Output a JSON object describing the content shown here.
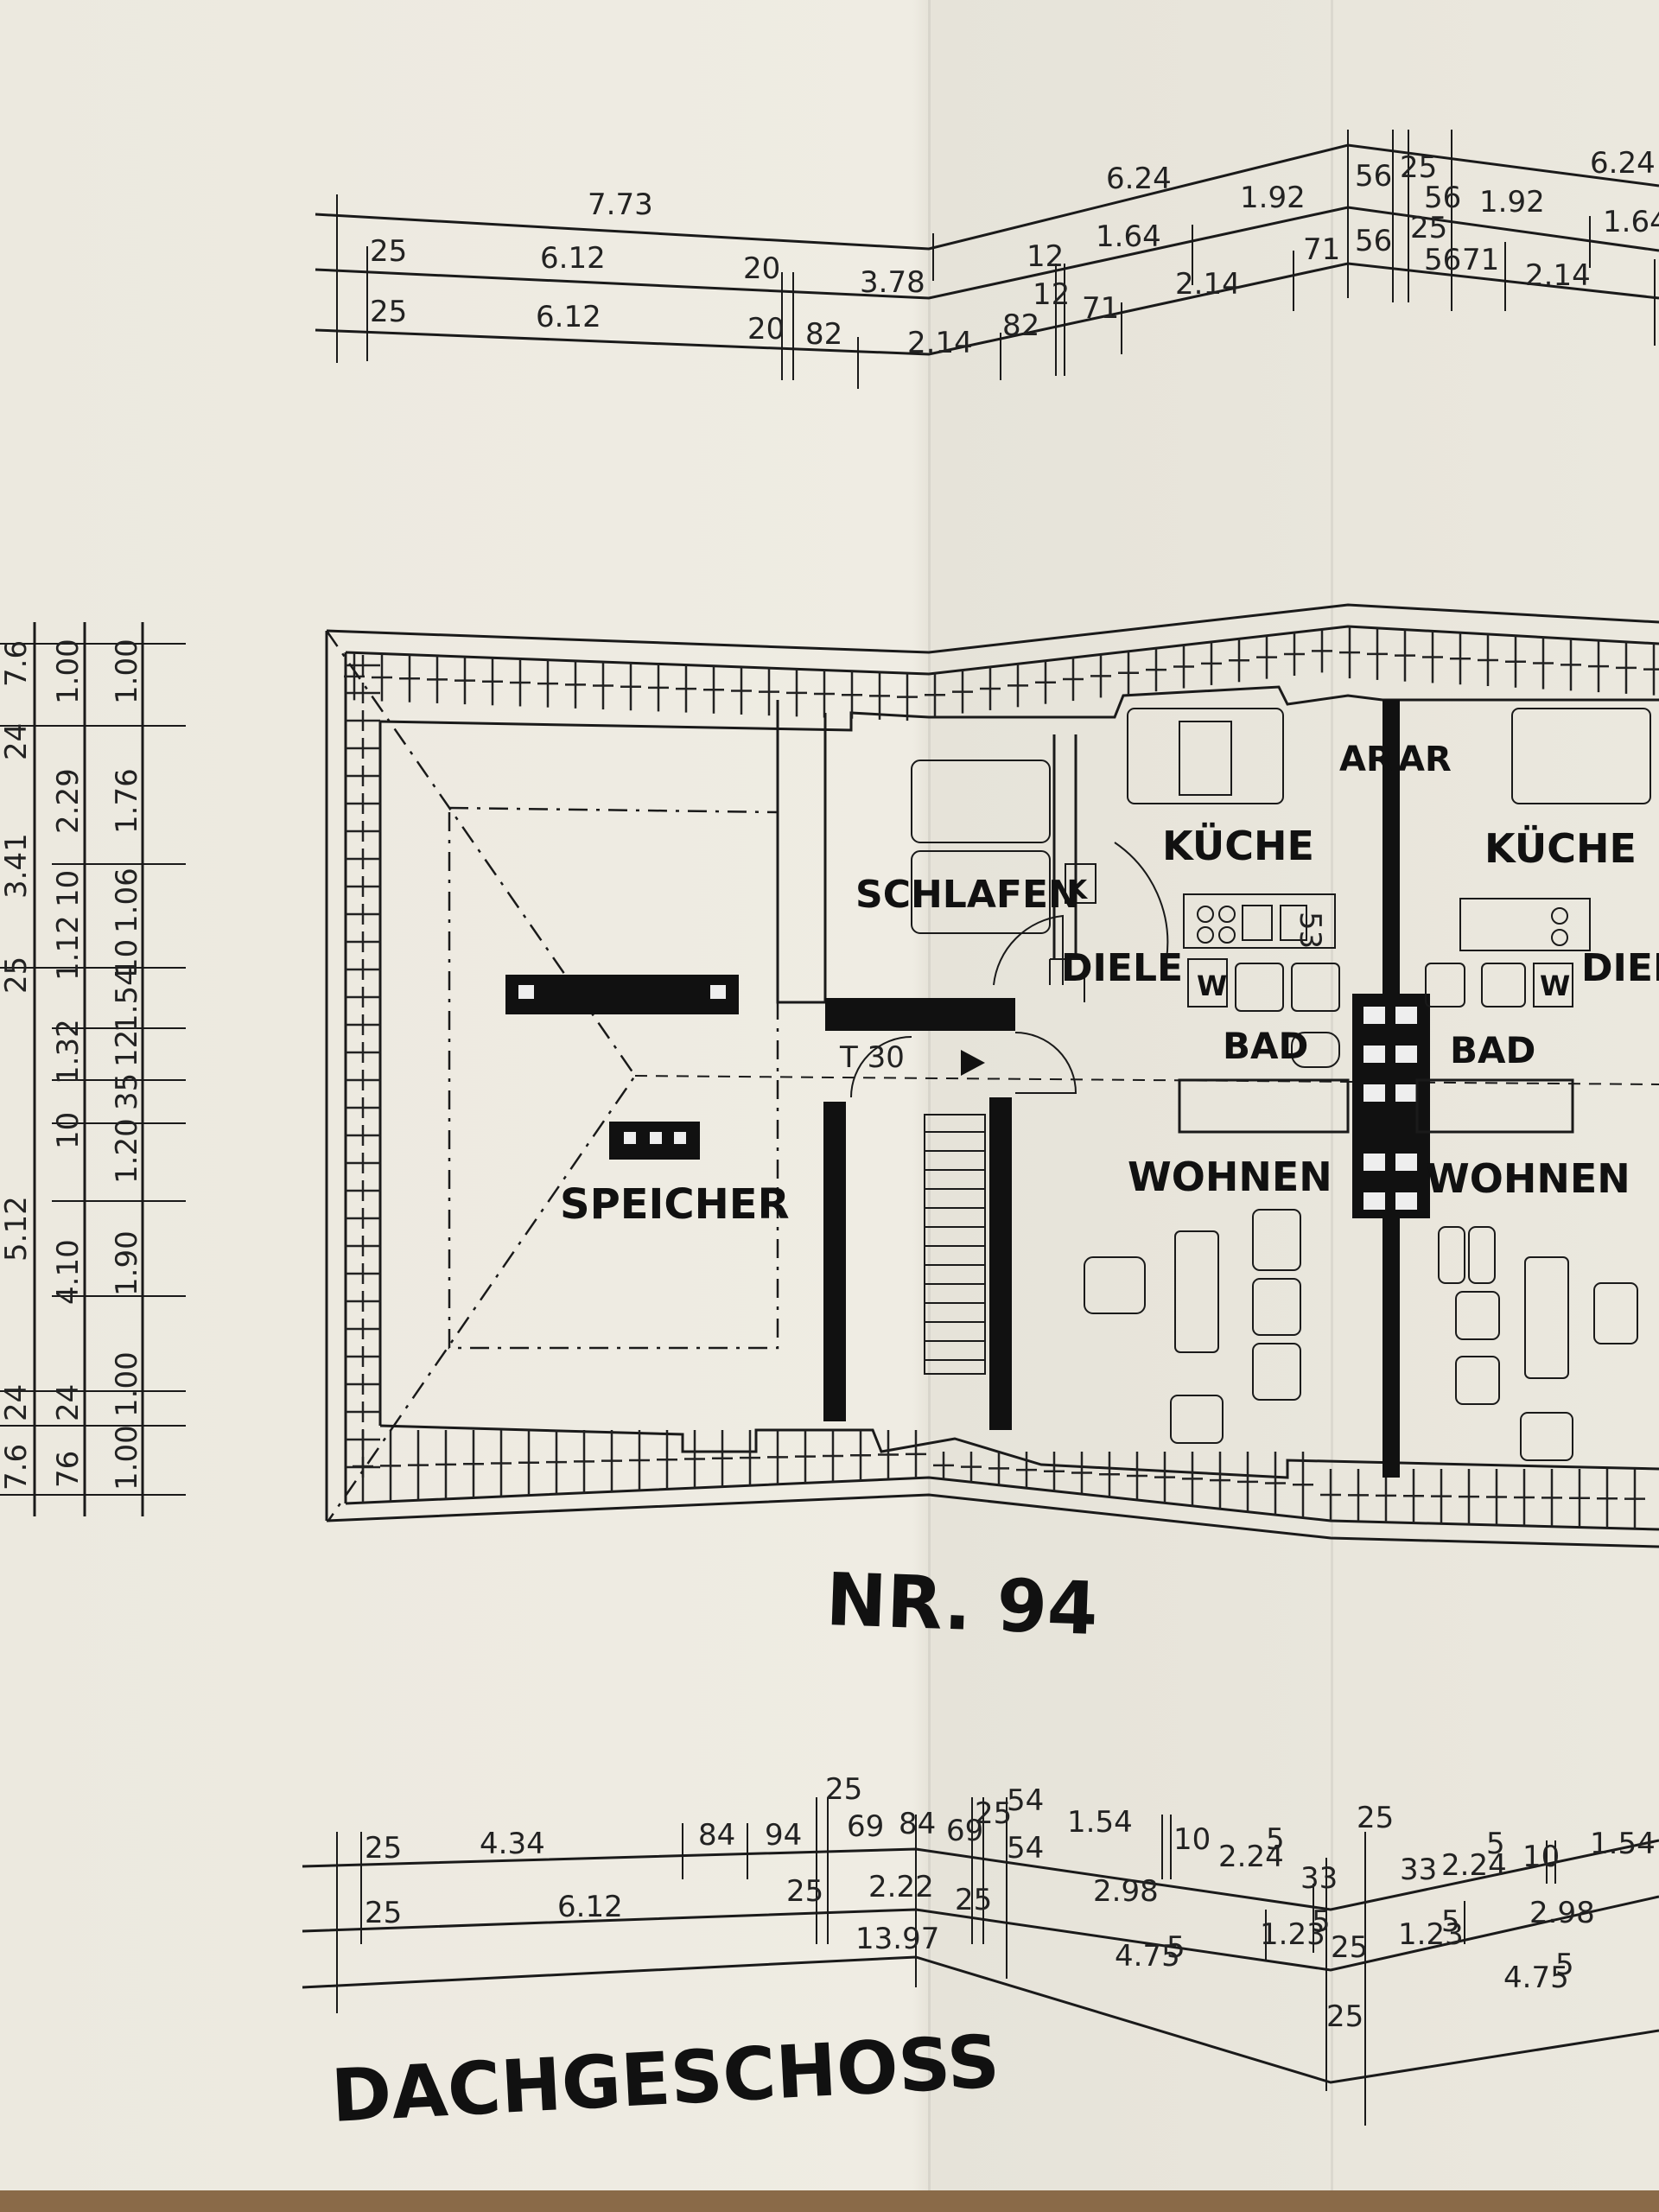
{
  "drawing": {
    "building_number": "NR. 94",
    "floor_title": "DACHGESCHOSS"
  },
  "rooms": {
    "speicher": "SPEICHER",
    "schlafen": "SCHLAFEN",
    "diele_left": "DIELE",
    "diele_right": "DIELE",
    "kueche_left": "KÜCHE",
    "kueche_right": "KÜCHE",
    "bad_left": "BAD",
    "bad_right": "BAD",
    "wohnen_left": "WOHNEN",
    "wohnen_right": "WOHNEN",
    "ar_left": "AR",
    "ar_right": "AR",
    "door_t30": "T 30",
    "k_mark": "K",
    "w_left": "W",
    "w_right": "W",
    "stove_mark": "53"
  },
  "dimensions": {
    "top_row1": [
      "7.73",
      "6.24",
      "1.92",
      "6.24",
      "1.92"
    ],
    "top_row2": [
      "25",
      "6.12",
      "20",
      "3.78",
      "12",
      "1.64",
      "2.14",
      "71",
      "56",
      "25",
      "56",
      "1.64"
    ],
    "top_row3": [
      "25",
      "6.12",
      "20",
      "82",
      "2.14",
      "82",
      "12",
      "71",
      "56",
      "25",
      "56",
      "71",
      "2.14"
    ],
    "left_col1": [
      "7.6",
      "24",
      "3.41",
      "25",
      "10",
      "5.12",
      "24",
      "7.6"
    ],
    "left_col2": [
      "1.00",
      "2.29",
      "10",
      "1.12",
      "1.32",
      "35",
      "12",
      "1.54",
      "4.10",
      "24",
      "76"
    ],
    "left_col3": [
      "1.00",
      "1.76",
      "1.06",
      "10",
      "1.20",
      "1.90",
      "1.00",
      "1.00"
    ],
    "bottom_row1": [
      "25",
      "4.34",
      "84",
      "94",
      "25",
      "69",
      "84",
      "69",
      "25",
      "54",
      "1.54",
      "10",
      "2.24",
      "5",
      "33",
      "25",
      "33",
      "2.24",
      "5",
      "10",
      "1.54"
    ],
    "bottom_row2": [
      "25",
      "6.12",
      "25",
      "2.22",
      "25",
      "54",
      "2.98",
      "1.23",
      "5",
      "25",
      "1.23",
      "5",
      "2.98"
    ],
    "bottom_row3": [
      "13.97",
      "4.75",
      "5",
      "25",
      "4.75",
      "5"
    ]
  }
}
